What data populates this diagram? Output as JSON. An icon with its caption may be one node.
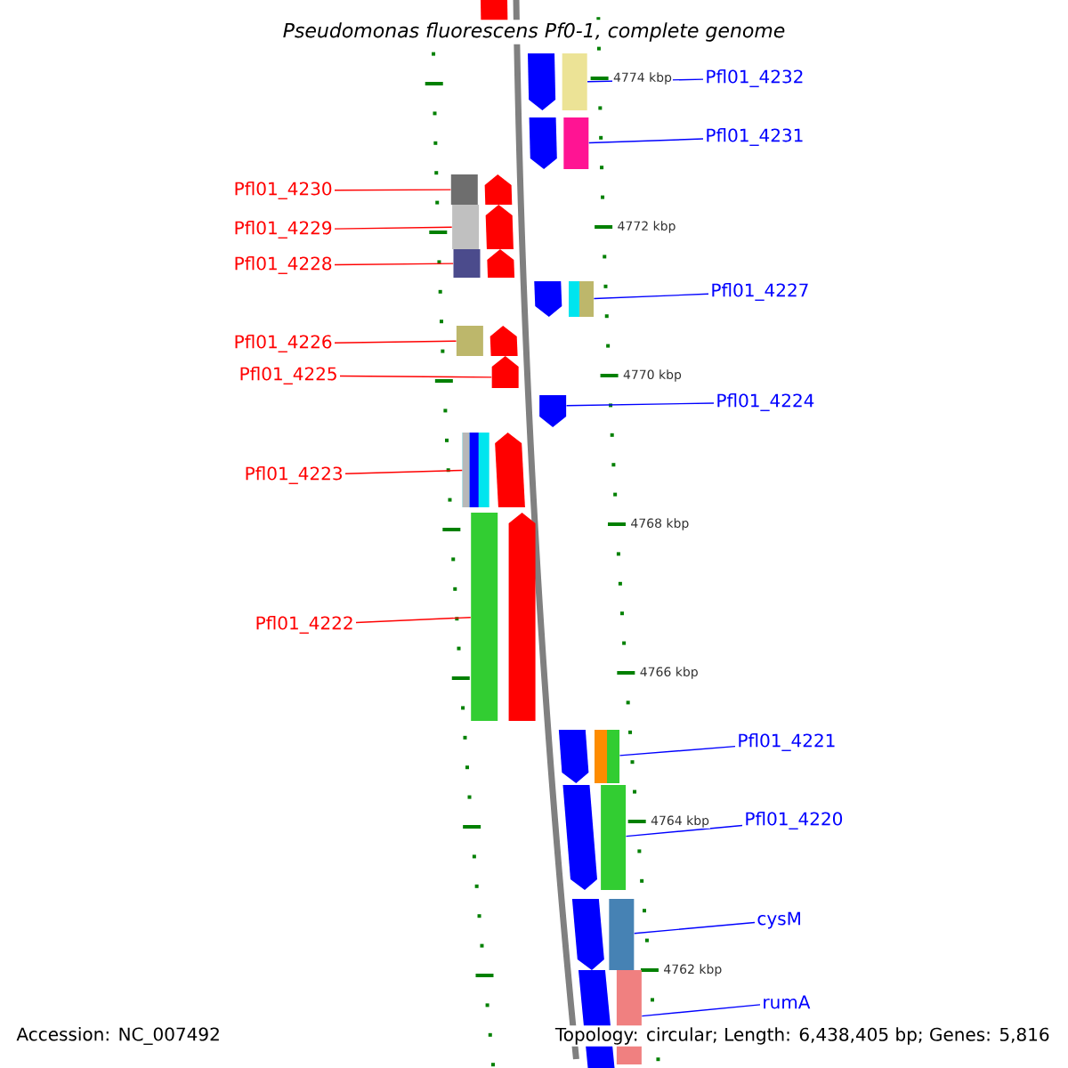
{
  "diagram": {
    "title": "Pseudomonas fluorescens Pf0-1, complete genome",
    "nodes": [
      {
        "text": [
          "Pfl01_4232"
        ]
      },
      {
        "text": [],
        "shape": "bar"
      },
      {
        "text": [
          "Pfl01_4231"
        ]
      },
      {
        "text": [],
        "shape": "bar"
      },
      {
        "text": [
          "Pfl01_4230"
        ]
      },
      {
        "text": [],
        "shape": "bar"
      },
      {
        "text": [
          "Pfl01_4229"
        ]
      },
      {
        "text": [],
        "shape": "bar"
      },
      {
        "text": [
          "Pfl01_4228"
        ]
      },
      {
        "text": [],
        "shape": "bar"
      },
      {
        "text": [
          "Pfl01_4227"
        ]
      },
      {
        "text": [],
        "shape": "bar"
      },
      {
        "text": [
          "Pfl01_4226"
        ]
      },
      {
        "text": [],
        "shape": "bar"
      },
      {
        "text": [
          "Pfl01_4225"
        ]
      },
      {
        "text": [],
        "shape": "bar"
      },
      {
        "text": [
          "Pfl01_4224"
        ]
      },
      {
        "text": [],
        "shape": "bar"
      },
      {
        "text": [
          "Pfl01_4223"
        ]
      },
      {
        "text": [],
        "shape": "bar"
      },
      {
        "text": [
          "Pfl01_4222"
        ]
      },
      {
        "text": [],
        "shape": "bar"
      },
      {
        "text": [
          "Pfl01_4221"
        ]
      },
      {
        "text": [],
        "shape": "bar"
      },
      {
        "text": [
          "Pfl01_4220"
        ]
      },
      {
        "text": [],
        "shape": "bar"
      },
      {
        "text": [
          "cysM"
        ]
      },
      {
        "text": [],
        "shape": "bar"
      },
      {
        "text": [
          "rumA"
        ]
      },
      {
        "text": [],
        "shape": "bar"
      },
      {
        "text": [],
        "shape": "bar"
      }
    ],
    "edges": [
      {
        "from": 0,
        "to": 1,
        "arrow": "none",
        "color": "#0000ff"
      },
      {
        "from": 2,
        "to": 3,
        "arrow": "none",
        "color": "#0000ff"
      },
      {
        "from": 4,
        "to": 5,
        "arrow": "none",
        "color": "#ff0000"
      },
      {
        "from": 6,
        "to": 7,
        "arrow": "none",
        "color": "#ff0000"
      },
      {
        "from": 8,
        "to": 9,
        "arrow": "none",
        "color": "#ff0000"
      },
      {
        "from": 10,
        "to": 11,
        "arrow": "none",
        "color": "#0000ff"
      },
      {
        "from": 12,
        "to": 13,
        "arrow": "none",
        "color": "#ff0000"
      },
      {
        "from": 14,
        "to": 15,
        "arrow": "none",
        "color": "#ff0000"
      },
      {
        "from": 16,
        "to": 17,
        "arrow": "none",
        "color": "#0000ff"
      },
      {
        "from": 18,
        "to": 19,
        "arrow": "none",
        "color": "#ff0000"
      },
      {
        "from": 20,
        "to": 21,
        "arrow": "none",
        "color": "#ff0000"
      },
      {
        "from": 22,
        "to": 23,
        "arrow": "none",
        "color": "#0000ff"
      },
      {
        "from": 24,
        "to": 25,
        "arrow": "none",
        "color": "#0000ff"
      },
      {
        "from": 26,
        "to": 27,
        "arrow": "none",
        "color": "#0000ff"
      },
      {
        "from": 28,
        "to": 29,
        "arrow": "none",
        "color": "#0000ff"
      }
    ],
    "labels": [
      "4774 kbp",
      "4772 kbp",
      "4770 kbp",
      "4768 kbp",
      "4766 kbp",
      "4764 kbp",
      "4762 kbp",
      "Accession: NC_007492",
      "Topology: circular; Length: 6,438,405 bp; Genes: 5,816"
    ]
  }
}
